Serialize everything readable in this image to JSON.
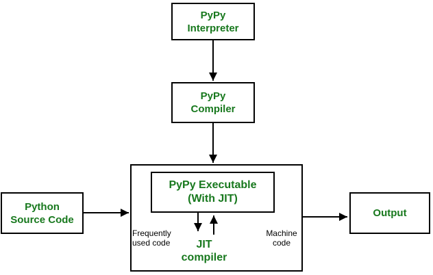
{
  "colors": {
    "green": "#17781d",
    "line": "#000000",
    "bg": "#ffffff"
  },
  "nodes": {
    "interpreter": "PyPy\nInterpreter",
    "compiler": "PyPy\nCompiler",
    "executable": "PyPy Executable\n(With JIT)",
    "source": "Python\nSource Code",
    "output": "Output"
  },
  "labels": {
    "jit": "JIT\ncompiler",
    "frequently": "Frequently\nused code",
    "machine": "Machine\ncode"
  }
}
